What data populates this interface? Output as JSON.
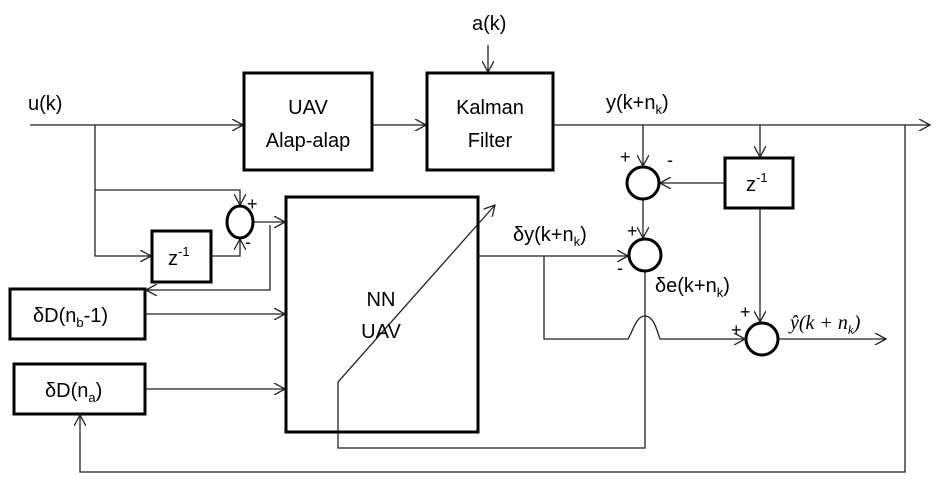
{
  "blocks": {
    "uav": {
      "line1": "UAV",
      "line2": "Alap-alap"
    },
    "kalman": {
      "line1": "Kalman",
      "line2": "Filter"
    },
    "nn": {
      "line1": "NN",
      "line2": "UAV"
    },
    "delay_left": {
      "base": "z",
      "exp": "-1"
    },
    "delay_right": {
      "base": "z",
      "exp": "-1"
    },
    "dd_nb": {
      "prefix": "δD(n",
      "sub": "b",
      "suffix": "-1)"
    },
    "dd_na": {
      "prefix": "δD(n",
      "sub": "a",
      "suffix": ")"
    }
  },
  "signals": {
    "input": "u(k)",
    "disturbance": "a(k)",
    "output": {
      "prefix": "y(k+n",
      "sub": "k",
      "suffix": ")"
    },
    "delta_y": {
      "prefix": "δy(k+n",
      "sub": "k",
      "suffix": ")"
    },
    "delta_e": {
      "prefix": "δe(k+n",
      "sub": "k",
      "suffix": ")"
    },
    "y_hat": {
      "prefix": "ŷ(k + n",
      "sub": "k",
      "suffix": ")"
    }
  },
  "signs": {
    "plus": "+",
    "minus": "-"
  }
}
